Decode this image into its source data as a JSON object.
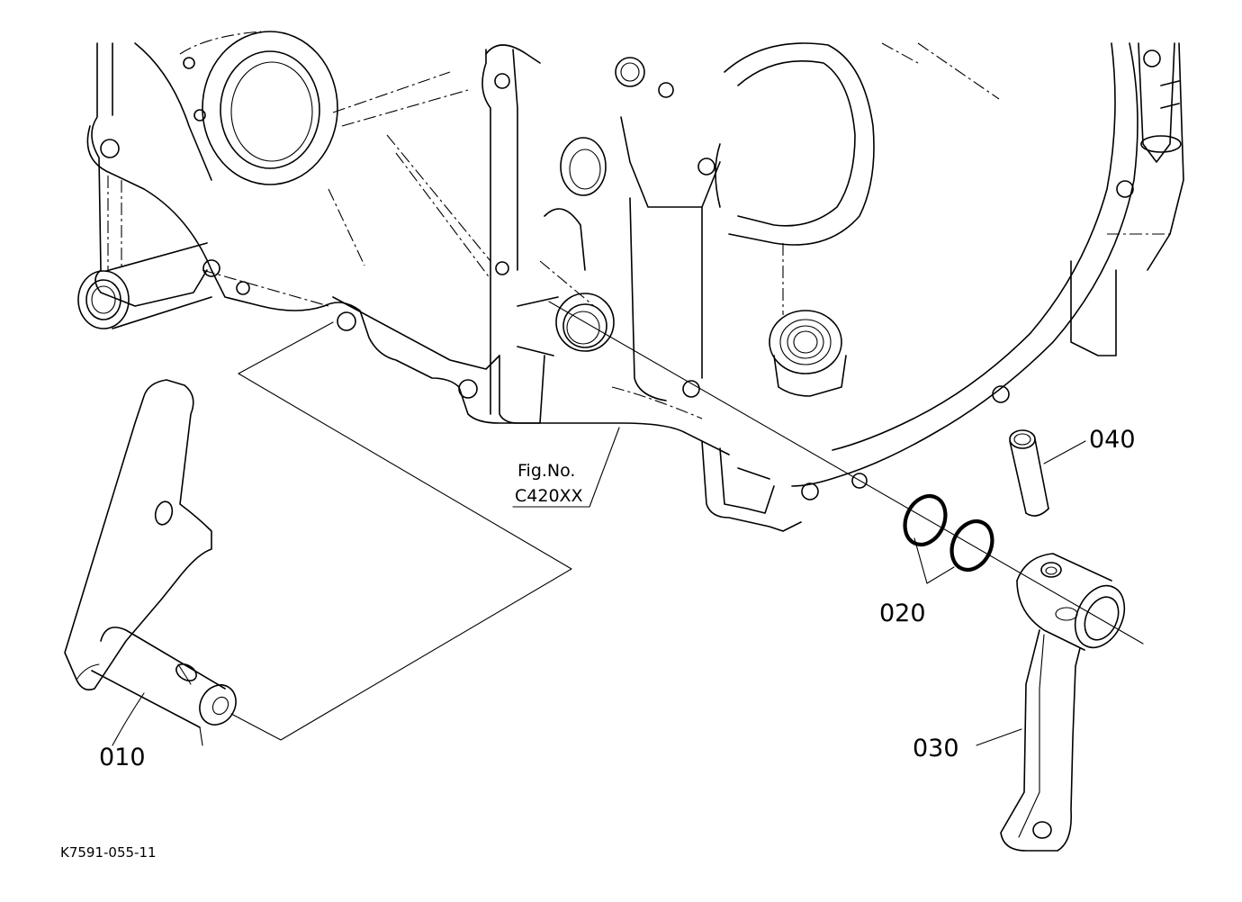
{
  "callouts": {
    "part_010": "010",
    "part_020": "020",
    "part_030": "030",
    "part_040": "040"
  },
  "figure_ref": {
    "line1": "Fig.No.",
    "line2": "C420XX"
  },
  "drawing_code": "K7591-055-11"
}
